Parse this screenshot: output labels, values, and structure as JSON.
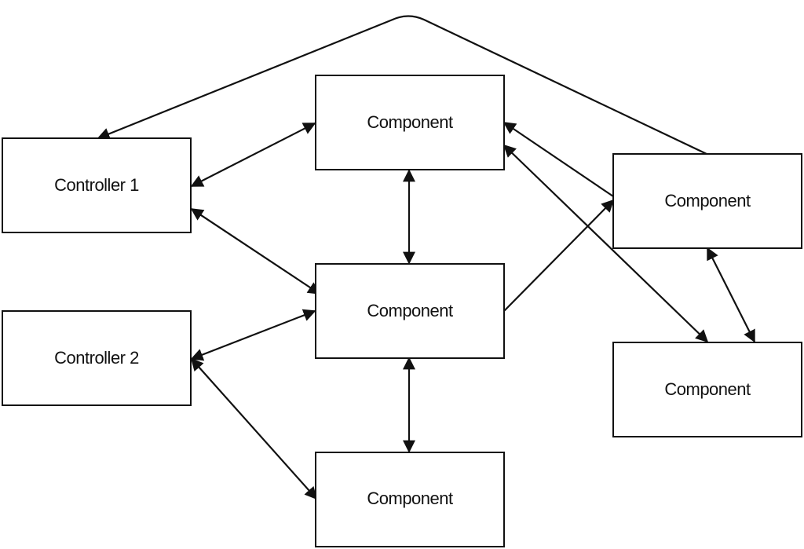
{
  "diagram": {
    "nodes": {
      "controller_1": "Controller 1",
      "controller_2": "Controller 2",
      "component_top": "Component",
      "component_middle": "Component",
      "component_bottom": "Component",
      "component_right_top": "Component",
      "component_right_bottom": "Component"
    }
  }
}
